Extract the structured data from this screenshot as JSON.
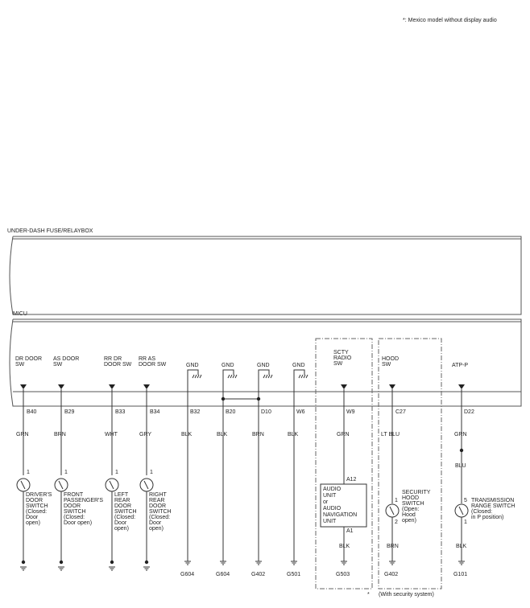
{
  "header": {
    "note": "*: Mexico model without display audio"
  },
  "modules": {
    "fusebox": "UNDER-DASH FUSE/RELAYBOX",
    "micu": "MICU"
  },
  "inputs": [
    {
      "label": [
        "DR DOOR",
        "SW"
      ],
      "pin": "B40",
      "wire": "GRN",
      "pinnum": "1",
      "comp": [
        "DRIVER'S",
        "DOOR",
        "SWITCH",
        "(Closed:",
        "Door",
        "open)"
      ]
    },
    {
      "label": [
        "AS DOOR",
        "SW"
      ],
      "pin": "B29",
      "wire": "BRN",
      "pinnum": "1",
      "comp": [
        "FRONT",
        "PASSENGER'S",
        "DOOR",
        "SWITCH",
        "(Closed:",
        "Door open)"
      ]
    },
    {
      "label": [
        "RR DR",
        "DOOR SW"
      ],
      "pin": "B33",
      "wire": "WHT",
      "pinnum": "1",
      "comp": [
        "LEFT",
        "REAR",
        "DOOR",
        "SWITCH",
        "(Closed:",
        "Door",
        "open)"
      ]
    },
    {
      "label": [
        "RR AS",
        "DOOR SW"
      ],
      "pin": "B34",
      "wire": "GRY",
      "pinnum": "1",
      "comp": [
        "RIGHT",
        "REAR",
        "DOOR",
        "SWITCH",
        "(Closed:",
        "Door",
        "open)"
      ]
    }
  ],
  "grounds": [
    {
      "label": "GND",
      "pin": "B32",
      "wire": "BLK",
      "ground": "G604"
    },
    {
      "label": "GND",
      "pin": "B20",
      "wire": "BLK",
      "ground": "G604"
    },
    {
      "label": "GND",
      "pin": "D10",
      "wire": "BRN",
      "ground": "G402"
    },
    {
      "label": "GND",
      "pin": "W6",
      "wire": "BLK",
      "ground": "G501"
    }
  ],
  "radio": {
    "label": [
      "SCTY",
      "RADIO",
      "SW"
    ],
    "pin": "W9",
    "wire": "GRN",
    "pin_top": "A12",
    "pin_bot": "A1",
    "unit": [
      "AUDIO",
      "UNIT",
      "or",
      "AUDIO",
      "NAVIGATION",
      "UNIT"
    ],
    "wire2": "BLK",
    "ground": "G503",
    "note": "*"
  },
  "hood": {
    "label": [
      "HOOD",
      "SW"
    ],
    "pin": "C27",
    "wire": "LT BLU",
    "pin1": "1",
    "pin2": "2",
    "comp": [
      "SECURITY",
      "HOOD",
      "SWITCH",
      "(Open:",
      "Hood",
      "open)"
    ],
    "wire2": "BRN",
    "ground": "G402",
    "note": "(With security system)"
  },
  "atp": {
    "label": [
      "ATP-P"
    ],
    "pin": "D22",
    "wire": "GRN",
    "wire_mid": "BLU",
    "pin5": "5",
    "pin1": "1",
    "comp": [
      "TRANSMISSION",
      "RANGE SWITCH",
      "(Closed:",
      "in P position)"
    ],
    "wire2": "BLK",
    "ground": "G101"
  }
}
